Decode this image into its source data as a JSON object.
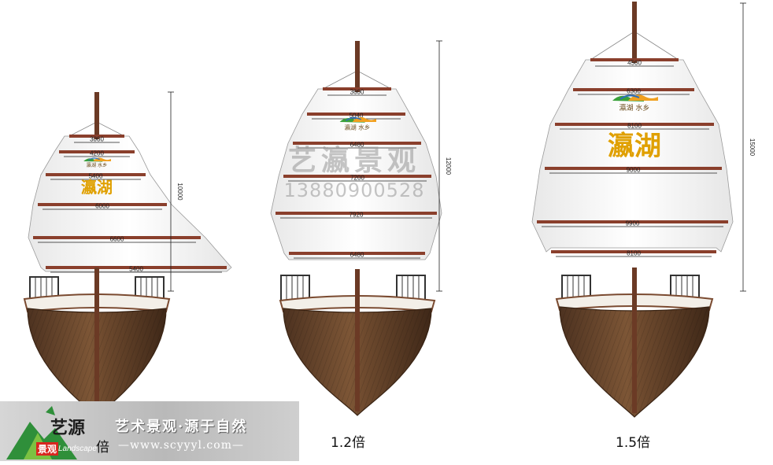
{
  "ships": [
    {
      "id": "ship-small",
      "height_dim": "10000",
      "yard_dims": [
        "3000",
        "4200",
        "5400",
        "6000",
        "6600",
        "5400"
      ],
      "sail_text": "瀛湖",
      "scale_label": ""
    },
    {
      "id": "ship-medium",
      "height_dim": "12000",
      "yard_dims": [
        "3600",
        "5040",
        "6480",
        "7200",
        "7920",
        "6480"
      ],
      "sail_text": "",
      "scale_label": "1.2倍"
    },
    {
      "id": "ship-large",
      "height_dim": "15000",
      "yard_dims": [
        "4500",
        "6300",
        "8100",
        "9000",
        "9900",
        "8100"
      ],
      "sail_text": "瀛湖",
      "scale_label": "1.5倍"
    }
  ],
  "sail_logo_text": "瀛湖 水乡",
  "watermark": {
    "brand": "艺瀛景观",
    "phone": "13880900528"
  },
  "company_logo": {
    "name": "艺源",
    "sub_red": "景观",
    "sub_en": "Landscape",
    "slogan": "艺术景观·源于自然",
    "url": "—www.scyyyl.com—",
    "scale_label": "倍"
  },
  "colors": {
    "mast": "#6b3a25",
    "yard": "#8a3f2c",
    "hull_wood": "#6e4a2e",
    "deck_white": "#f3efe8",
    "sail_text": "#e0a000",
    "dim_line": "#222222"
  }
}
